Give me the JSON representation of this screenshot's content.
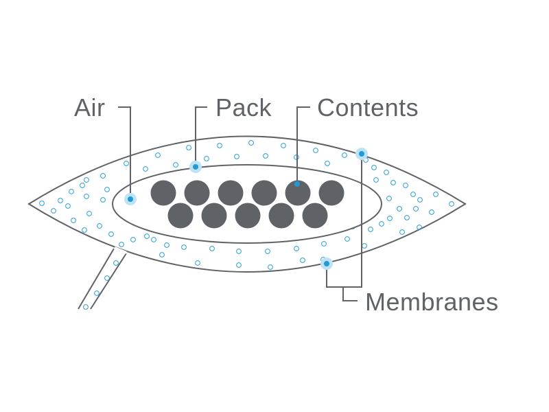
{
  "labels": {
    "air": "Air",
    "pack": "Pack",
    "contents": "Contents",
    "membranes": "Membranes"
  },
  "colors": {
    "outline": "#5f6266",
    "label_text": "#5f6266",
    "bubble": "#2a9fd8",
    "marker": "#1f9ad6",
    "marker_glow": "#bfe2f4",
    "contents_fill": "#5f6266"
  },
  "icons": {
    "air_bubble": "small-circle-outline",
    "contents_item": "filled-circle",
    "callout_marker": "glowing-dot"
  }
}
